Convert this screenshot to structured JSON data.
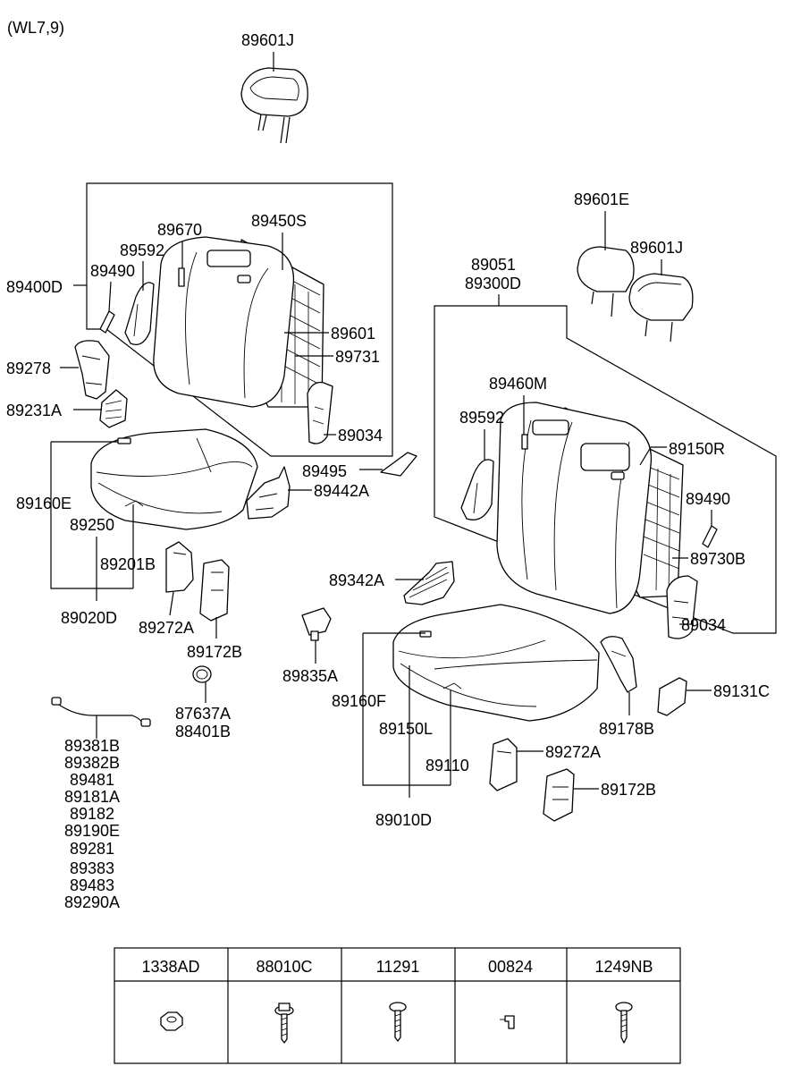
{
  "model_note": "(WL7,9)",
  "labels": {
    "p89601J_top": "89601J",
    "p89670": "89670",
    "p89450S": "89450S",
    "p89592_l": "89592",
    "p89490_l": "89490",
    "p89400D": "89400D",
    "p89601": "89601",
    "p89731": "89731",
    "p89278": "89278",
    "p89231A": "89231A",
    "p89034_l": "89034",
    "p89495": "89495",
    "p89442A": "89442A",
    "p89160E": "89160E",
    "p89250": "89250",
    "p89201B": "89201B",
    "p89020D": "89020D",
    "p89272A_l": "89272A",
    "p89172B_l": "89172B",
    "p87637A": "87637A",
    "p88401B": "88401B",
    "p89835A": "89835A",
    "p89601E": "89601E",
    "p89601J_r": "89601J",
    "p89051": "89051",
    "p89300D": "89300D",
    "p89460M": "89460M",
    "p89592_r": "89592",
    "p89150R": "89150R",
    "p89490_r": "89490",
    "p89730B": "89730B",
    "p89034_r": "89034",
    "p89342A": "89342A",
    "p89160F": "89160F",
    "p89150L": "89150L",
    "p89110": "89110",
    "p89010D": "89010D",
    "p89178B": "89178B",
    "p89131C": "89131C",
    "p89272A_r": "89272A",
    "p89172B_r": "89172B"
  },
  "harness_list": [
    "89381B",
    "89382B",
    "89481",
    "89181A",
    "89182",
    "89190E",
    "89281",
    "89383",
    "89483",
    "89290A"
  ],
  "hardware_table": {
    "columns": [
      "1338AD",
      "88010C",
      "11291",
      "00824",
      "1249NB"
    ],
    "icons": [
      "hex-nut-icon",
      "flange-bolt-icon",
      "screw-icon",
      "clip-icon",
      "tapping-screw-icon"
    ]
  }
}
